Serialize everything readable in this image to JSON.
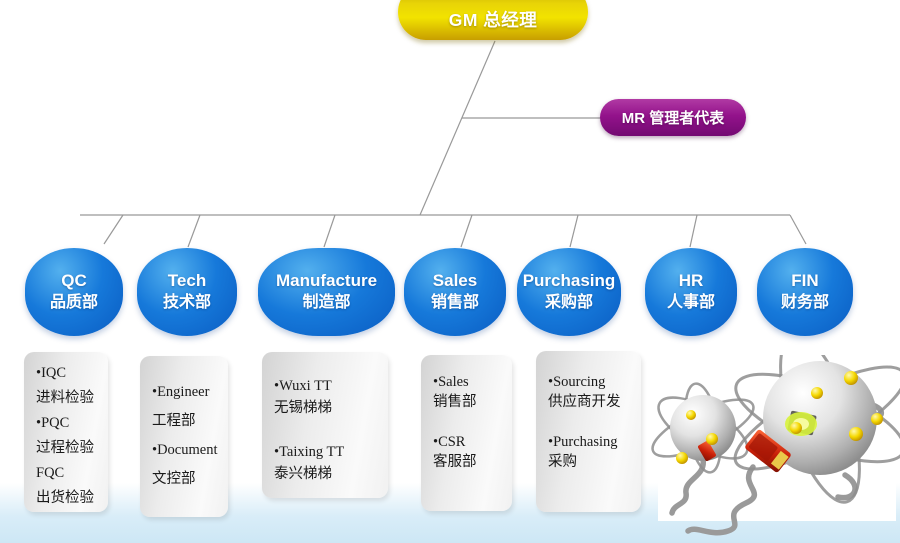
{
  "root": {
    "label": "GM 总经理"
  },
  "mr": {
    "label": "MR 管理者代表"
  },
  "departments": [
    {
      "en": "QC",
      "cn": "品质部",
      "items": [
        "•IQC",
        "进料检验",
        "•PQC",
        "过程检验",
        "FQC",
        "出货检验"
      ]
    },
    {
      "en": "Tech",
      "cn": "技术部",
      "items": [
        "•Engineer",
        "工程部",
        "•Document",
        "文控部"
      ]
    },
    {
      "en": "Manufacture",
      "cn": "制造部",
      "items": [
        "•Wuxi TT",
        "无锡梯梯",
        "",
        "•Taixing TT",
        "泰兴梯梯"
      ]
    },
    {
      "en": "Sales",
      "cn": "销售部",
      "items": [
        "•Sales",
        "销售部",
        "",
        "•CSR",
        "客服部"
      ]
    },
    {
      "en": "Purchasing",
      "cn": "采购部",
      "items": [
        "•Sourcing",
        "供应商开发",
        "",
        "•Purchasing",
        "采购"
      ]
    },
    {
      "en": "HR",
      "cn": "人事部",
      "items": []
    },
    {
      "en": "FIN",
      "cn": "财务部",
      "items": []
    }
  ],
  "icons": {
    "illustration": "network-atoms-clipart"
  },
  "colors": {
    "root_fill": "#e8d407",
    "mr_fill": "#93128b",
    "dept_fill": "#1679da",
    "connector": "#999999",
    "subbox_fill": "#ececec",
    "bottom_band": "#d9edf8",
    "text_on_node": "#ffffff",
    "subbox_text": "#1a1a1a"
  }
}
